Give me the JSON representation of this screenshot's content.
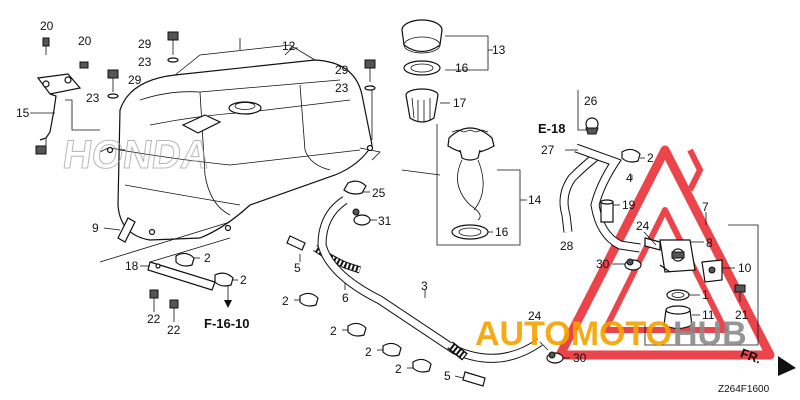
{
  "callouts": {
    "c20a": "20",
    "c20b": "20",
    "c29a": "29",
    "c23a": "23",
    "c29b": "29",
    "c23b": "23",
    "c12": "12",
    "c13": "13",
    "c16a": "16",
    "c17": "17",
    "c29c": "29",
    "c23c": "23",
    "c15": "15",
    "c25": "25",
    "c31": "31",
    "c9": "9",
    "c18": "18",
    "c2a": "2",
    "c2b": "2",
    "c22a": "22",
    "c22b": "22",
    "c5a": "5",
    "c6": "6",
    "c2c": "2",
    "c2d": "2",
    "c2e": "2",
    "c2f": "2",
    "c3": "3",
    "c14": "14",
    "c16b": "16",
    "c26": "26",
    "c27": "27",
    "c2g": "2",
    "c4": "4",
    "c19": "19",
    "c28": "28",
    "c24a": "24",
    "c7": "7",
    "c8": "8",
    "c30a": "30",
    "c10": "10",
    "c1": "1",
    "c11": "11",
    "c21": "21",
    "c24b": "24",
    "c30b": "30",
    "c5b": "5"
  },
  "refs": {
    "e18": "E-18",
    "f1610": "F-16-10",
    "fr": "FR."
  },
  "diagram_code": "Z264F1600",
  "watermark": {
    "part1": "AUTOMOTO",
    "part2": "HUB"
  },
  "tank_lettering": "HONDA",
  "colors": {
    "watermark_red": "#e8242b",
    "watermark_orange": "#f5a300",
    "watermark_gray": "#8a8a8a"
  }
}
